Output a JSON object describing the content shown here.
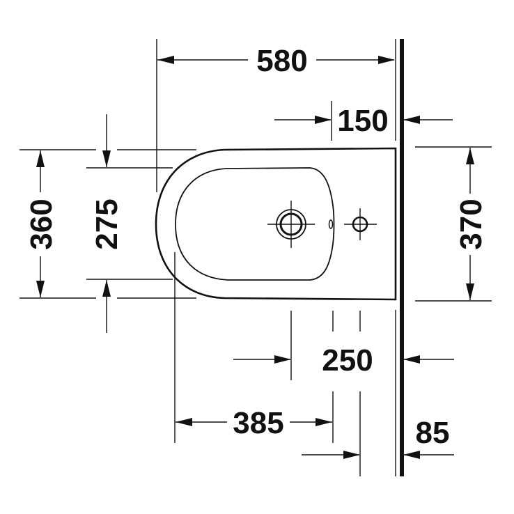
{
  "drawing": {
    "title": "Bidet top view dimension drawing",
    "units": "mm",
    "colors": {
      "line": "#111111",
      "background": "#ffffff"
    }
  },
  "dimensions": {
    "overall_depth": "580",
    "tap_hole_from_wall": "150",
    "overall_width_left": "360",
    "bowl_width": "275",
    "overall_width_right": "370",
    "waste_from_wall": "250",
    "bowl_front_to_waste": "385",
    "fixing_from_wall": "85"
  }
}
